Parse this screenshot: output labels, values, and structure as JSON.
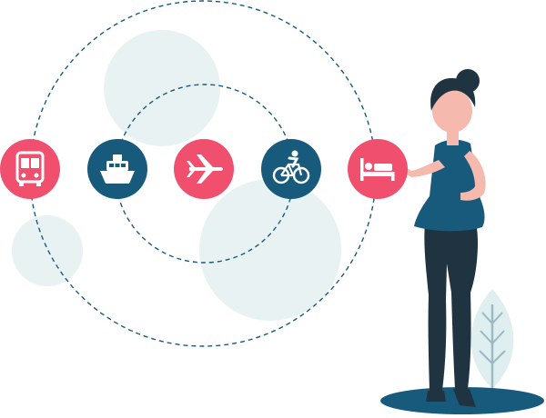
{
  "illustration": {
    "colors": {
      "accent": "#f0506e",
      "primary": "#175a7c",
      "figure_dark": "#1f3340",
      "skin": "#f6b9ad",
      "bubble": "#e8f2f2",
      "dash": "#175a7c",
      "plant": "#dfeeee",
      "plant_stem": "#9bb9c4"
    },
    "icons": [
      {
        "name": "bus-icon",
        "color": "accent",
        "glyph": "bus"
      },
      {
        "name": "ship-icon",
        "color": "primary",
        "glyph": "ship"
      },
      {
        "name": "airplane-icon",
        "color": "accent",
        "glyph": "airplane"
      },
      {
        "name": "bicycle-icon",
        "color": "primary",
        "glyph": "bicycle"
      },
      {
        "name": "bed-icon",
        "color": "accent",
        "glyph": "bed"
      }
    ]
  }
}
